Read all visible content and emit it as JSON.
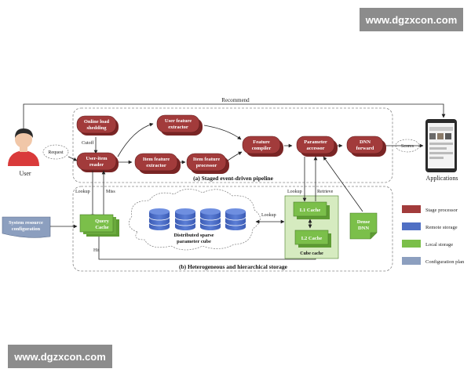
{
  "watermark": {
    "top": "www.dgzxcon.com",
    "bottom": "www.dgzxcon.com"
  },
  "colors": {
    "stage_processor": "#a23b3b",
    "remote_storage": "#4f6fc4",
    "local_storage": "#7bbf4a",
    "configuration_plan": "#8c9fbf",
    "cube_cache_bg": "#d6ebc0"
  },
  "actors": {
    "user": "User",
    "applications": "Applications"
  },
  "labels": {
    "recommend": "Recommend",
    "request": "Request",
    "cutoff": "Cutoff",
    "scores": "Scores",
    "lookup_left": "Lookup",
    "miss": "Miss",
    "hit": "Hit",
    "lookup_mid": "Lookup",
    "lookup_right": "Lookup",
    "retrieve": "Retrieve",
    "pipeline_title": "(a) Staged event-driven pipeline",
    "storage_title": "(b) Heterogeneous and hierarchical storage",
    "cube_cache": "Cube cache"
  },
  "stages": {
    "online_load_shedding": [
      "Online load",
      "shedding"
    ],
    "user_item_reader": [
      "User-item",
      "reader"
    ],
    "user_feature_extractor": [
      "User feature",
      "extractor"
    ],
    "item_feature_extractor": [
      "Item feature",
      "extractor"
    ],
    "item_feature_processor": [
      "Item feature",
      "processor"
    ],
    "feature_compiler": [
      "Feature",
      "compiler"
    ],
    "parameter_accessor": [
      "Parameter",
      "accessor"
    ],
    "dnn_forward": [
      "DNN",
      "forward"
    ]
  },
  "storage": {
    "query_cache": [
      "Query",
      "Cache"
    ],
    "distributed_sparse": [
      "Distributed sparse",
      "parameter cube"
    ],
    "l1_cache": "L1 Cache",
    "l2_cache": "L2 Cache",
    "dense_dnn": [
      "Dense",
      "DNN"
    ]
  },
  "config": [
    "System resource",
    "configuration"
  ],
  "legend": [
    {
      "label": "Stage processor",
      "color": "#a23b3b"
    },
    {
      "label": "Remote storage",
      "color": "#4f6fc4"
    },
    {
      "label": "Local storage",
      "color": "#7bbf4a"
    },
    {
      "label": "Configuration plan",
      "color": "#8c9fbf"
    }
  ]
}
